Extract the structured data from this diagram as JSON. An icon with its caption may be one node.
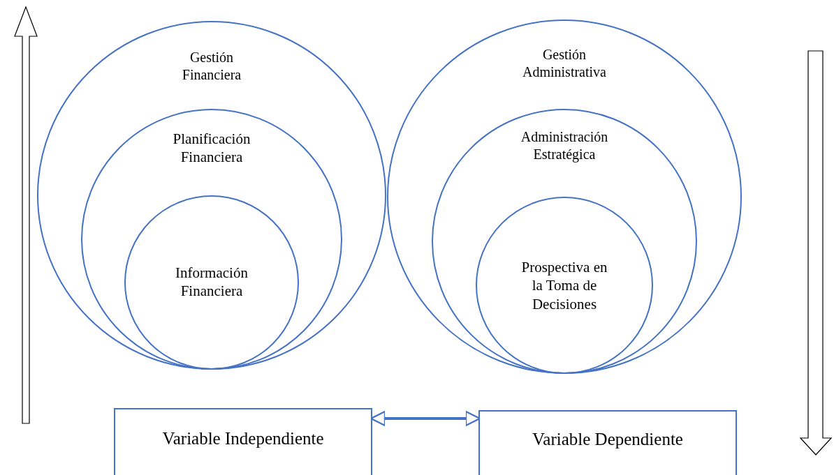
{
  "diagram": {
    "nodes": [
      {
        "text": [
          "Gestión Financiera"
        ]
      },
      {
        "text": [
          "Planificación Financiera"
        ],
        "in": 0
      },
      {
        "text": [
          "Información Financiera"
        ],
        "in": 1
      },
      {
        "text": [
          "Gestión Administrativa"
        ]
      },
      {
        "text": [
          "Administración Estratégica"
        ],
        "in": 3
      },
      {
        "text": [
          "Prospectiva en la Toma de Decisiones"
        ],
        "in": 4
      },
      {
        "text": [
          "Variable Independiente"
        ]
      },
      {
        "text": [
          "Variable Dependiente"
        ]
      }
    ],
    "edges": [
      {
        "from": 6,
        "to": 7,
        "arrow": "both"
      }
    ]
  }
}
